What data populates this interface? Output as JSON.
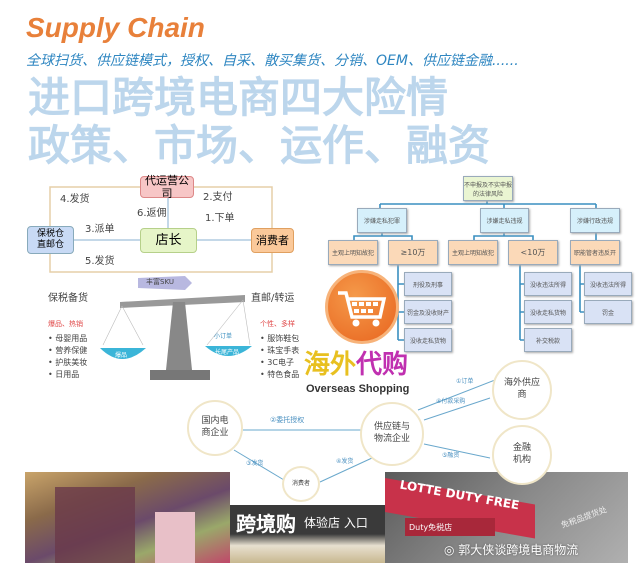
{
  "header": {
    "title": "Supply Chain",
    "subtitle": "全球扫货、供应链模式，授权、自采、散买集货、分销、OEM、供应链金融......"
  },
  "watermark": {
    "line1": "进口跨境电商四大险情",
    "line2": "政策、市场、运作、融资"
  },
  "flow": {
    "agency": "代运营公司",
    "shopowner": "店长",
    "consumer": "消费者",
    "warehouse": "保税仓\n直邮仓",
    "steps": [
      "1.下单",
      "2.支付",
      "3.派单",
      "4.发货",
      "5.发货",
      "6.返佣"
    ],
    "sku_arrow": "丰富SKU"
  },
  "scale": {
    "left": {
      "title": "保税备货",
      "subtitle": "爆品、热销",
      "items": [
        "母婴用品",
        "营养保健",
        "护肤美妆",
        "日用品"
      ],
      "pan": "爆品"
    },
    "right": {
      "title": "直邮/转运",
      "subtitle": "个性、多样",
      "items": [
        "服饰鞋包",
        "珠宝手表",
        "3C电子",
        "特色食品"
      ],
      "pan": "长尾产品"
    },
    "right_note": "小订单"
  },
  "overseas": {
    "title_a": "海外",
    "title_b": "代购",
    "english": "Overseas Shopping",
    "cart_color": "#E8641E"
  },
  "tree": {
    "root": "不申报及不实申报的法律风险",
    "level1": [
      "涉嫌走私犯罪",
      "涉嫌走私违规",
      "涉嫌行政违规"
    ],
    "level2": [
      "主观上明知故犯",
      "≥10万",
      "主观上明知故犯",
      "<10万",
      "职能管者违反开"
    ],
    "level3_a": [
      "刑役及刑事",
      "罚金及没收财产",
      "没收走私货物"
    ],
    "level3_b": [
      "没收违法所得",
      "没收走私货物",
      "补交税款"
    ],
    "level3_c": [
      "没收违法所得",
      "罚金"
    ]
  },
  "network": {
    "domestic": "国内电\n商企业",
    "supply": "供应链与\n物流企业",
    "consumer": "消费者",
    "supplier": "海外供应\n商",
    "finance": "金融\n机构",
    "edges": [
      "②委托授权",
      "④发货",
      "③发货",
      "④付款采购",
      "⑤融资",
      "①订单"
    ]
  },
  "photos": {
    "sign": "跨境购",
    "sign_small": "体验店 入口",
    "lotte": "LOTTE DUTY FREE",
    "dutyfree_small": "Duty免税店",
    "side_sign": "免税品提货处"
  },
  "footer": {
    "wechat_watermark": "郭大侠谈跨境电商物流"
  }
}
